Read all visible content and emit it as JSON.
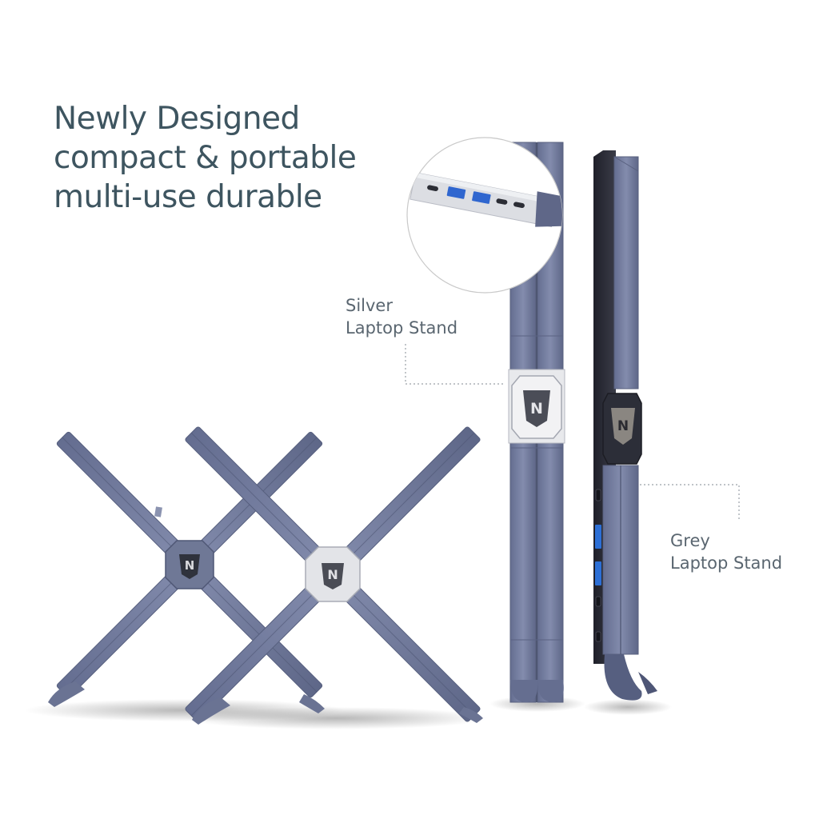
{
  "headline": {
    "line1": "Newly Designed",
    "line2": "compact & portable",
    "line3": "multi-use durable"
  },
  "labels": {
    "silver_line1": "Silver",
    "silver_line2": "Laptop Stand",
    "grey_line1": "Grey",
    "grey_line2": "Laptop Stand"
  },
  "logo_letter": "N",
  "colors": {
    "background": "#ffffff",
    "headline": "#3e5560",
    "label": "#5a6670",
    "stand_blue": "#737c9e",
    "stand_dark": "#2d2f3a",
    "hub_silver": "#e2e3e7"
  }
}
